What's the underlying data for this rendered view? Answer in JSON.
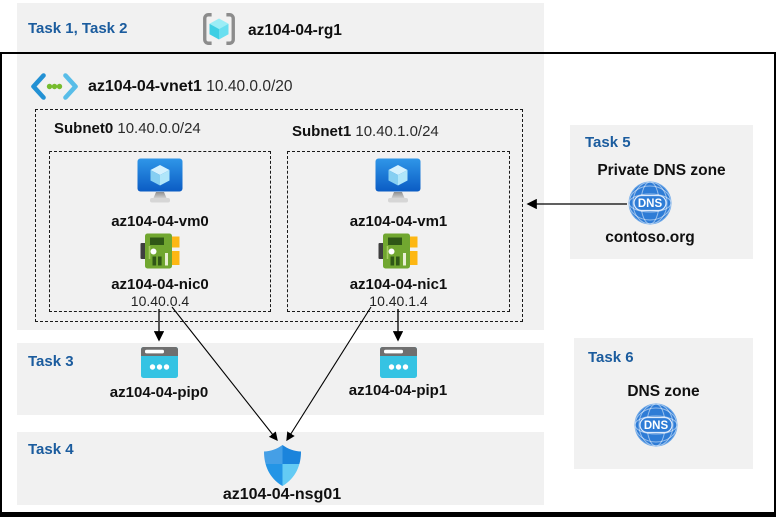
{
  "colors": {
    "task_label_blue": "#1b5c9e",
    "panel_gray": "#f1f1f1",
    "outer_border": "#000000",
    "pip_cyan": "#35c3e3",
    "nic_green": "#71a730",
    "dns_blue": "#2e7cd6"
  },
  "header": {
    "tasks_label": "Task 1, Task 2",
    "resource_group_name": "az104-04-rg1"
  },
  "vnet": {
    "name": "az104-04-vnet1",
    "cidr": "10.40.0.0/20",
    "subnets": [
      {
        "name": "Subnet0",
        "cidr": "10.40.0.0/24",
        "vm_name": "az104-04-vm0",
        "nic_name": "az104-04-nic0",
        "nic_ip": "10.40.0.4"
      },
      {
        "name": "Subnet1",
        "cidr": "10.40.1.0/24",
        "vm_name": "az104-04-vm1",
        "nic_name": "az104-04-nic1",
        "nic_ip": "10.40.1.4"
      }
    ]
  },
  "task3": {
    "label": "Task 3",
    "pip0_name": "az104-04-pip0",
    "pip1_name": "az104-04-pip1"
  },
  "task4": {
    "label": "Task 4",
    "nsg_name": "az104-04-nsg01"
  },
  "task5": {
    "label": "Task 5",
    "title": "Private DNS zone",
    "zone_name": "contoso.org",
    "icon_text": "DNS"
  },
  "task6": {
    "label": "Task 6",
    "title": "DNS zone",
    "icon_text": "DNS"
  }
}
